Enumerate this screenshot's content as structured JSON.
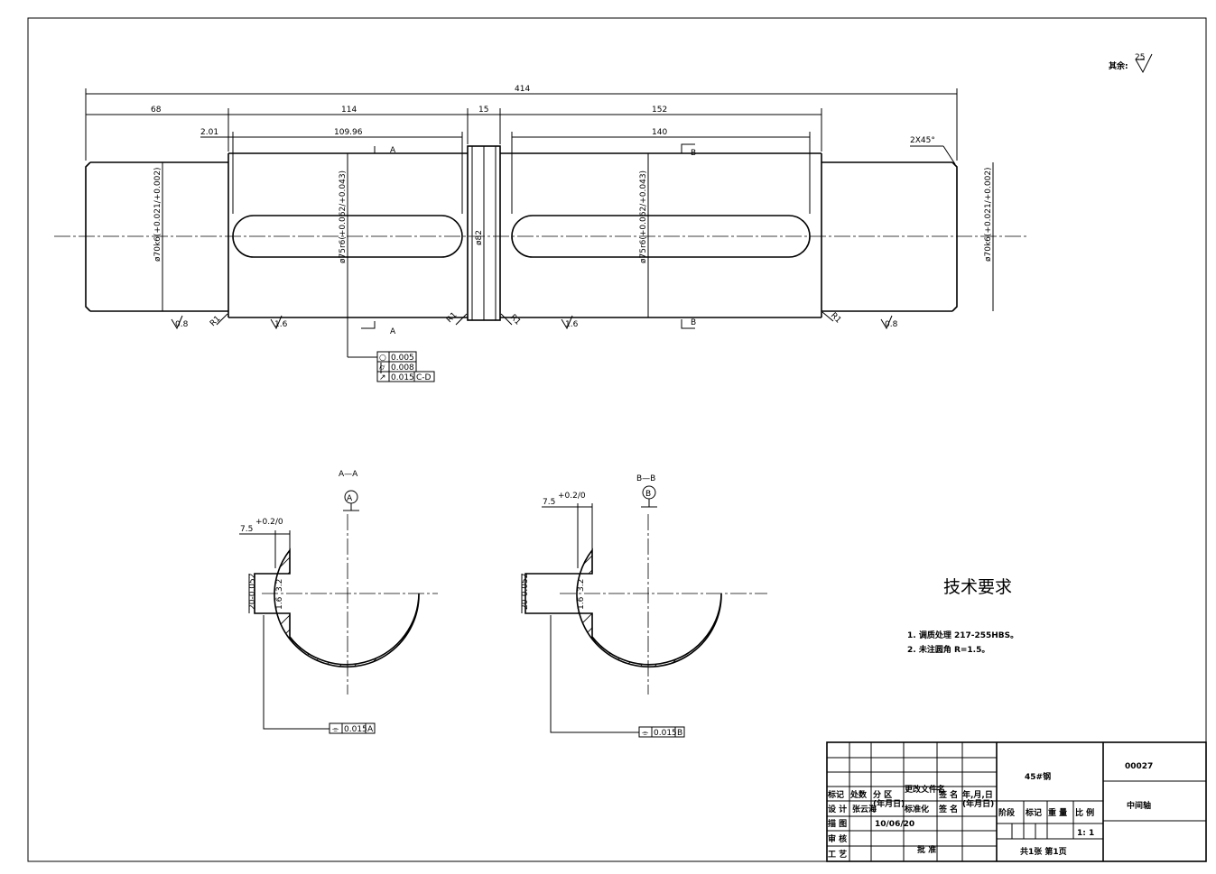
{
  "roughness_note": "其余:",
  "roughness_value": "25",
  "dims": {
    "overall": "414",
    "seg1": "68",
    "seg2": "114",
    "seg3": "15",
    "seg4": "152",
    "offset": "2.01",
    "key1": "109.96",
    "key2": "140",
    "chamfer": "2X45°",
    "dia_left": "ø70k6(+0.021/+0.002)",
    "dia_mid1": "ø75r6(+0.062/+0.043)",
    "dia_collar": "ø82",
    "dia_mid2": "ø75r6(+0.062/+0.043)",
    "dia_right": "ø70k6(+0.021/+0.002)",
    "fillet": "R1",
    "rough_08": "0.8",
    "rough_16": "1.6",
    "rough_32": "3.2"
  },
  "section_marks": {
    "a": "A",
    "b": "B"
  },
  "tolerance_frame": [
    {
      "symbol": "○",
      "value": "0.005",
      "ref": ""
    },
    {
      "symbol": "⌭",
      "value": "0.008",
      "ref": ""
    },
    {
      "symbol": "↗",
      "value": "0.015",
      "ref": "C-D"
    }
  ],
  "sections": [
    {
      "title": "A—A",
      "datum": "A",
      "keyway_width": "7.5",
      "keyway_tol": "+0.2/0",
      "keyway_depth": "20-0.052",
      "sym_value": "0.015",
      "sym_ref": "A"
    },
    {
      "title": "B—B",
      "datum": "B",
      "keyway_width": "7.5",
      "keyway_tol": "+0.2/0",
      "keyway_depth": "20-0.052",
      "sym_value": "0.015",
      "sym_ref": "B"
    }
  ],
  "tech_req": {
    "title": "技术要求",
    "items": [
      "1.   调质处理 217-255HBS。",
      "2.   未注圆角 R=1.5。"
    ]
  },
  "title_block": {
    "material": "45#钢",
    "code": "00027",
    "name": "中间轴",
    "header_row": [
      "标记",
      "处数",
      "分 区",
      "更改文件名",
      "签 名",
      "年,月,日"
    ],
    "design_label": "设 计",
    "designer": "张云海",
    "date_col": "(年月日)",
    "std_label": "标准化",
    "sign_label": "签 名",
    "date2_label": "(年月日)",
    "draw_label": "描 图",
    "date": "10/06/20",
    "check_label": "审 核",
    "process_label": "工 艺",
    "approve_label": "批 准",
    "stage_row": [
      "阶段",
      "标记",
      "重 量",
      "比 例"
    ],
    "scale": "1: 1",
    "sheets": "共1张  第1页"
  }
}
